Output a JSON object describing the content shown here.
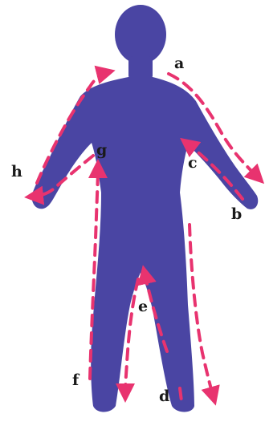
{
  "colors": {
    "background": "#ffffff",
    "silhouette": "#4a45a3",
    "path_dash": "#e8336f",
    "label_text": "#1a1a1a"
  },
  "labels": {
    "a": "a",
    "b": "b",
    "c": "c",
    "d": "d",
    "e": "e",
    "f": "f",
    "g": "g",
    "h": "h"
  }
}
